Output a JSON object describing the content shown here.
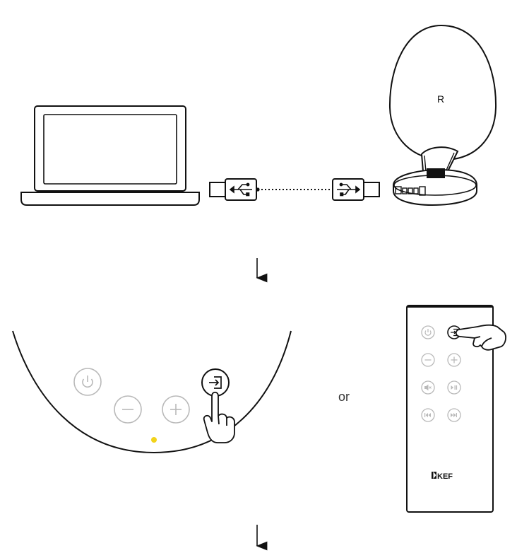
{
  "speaker": {
    "channel_label": "R"
  },
  "connector": {
    "usb_symbol": "⭠"
  },
  "middle": {
    "or_label": "or"
  },
  "remote": {
    "brand_label": "KEF"
  },
  "colors": {
    "stroke": "#111111",
    "control_grey": "#b9b9b9",
    "led": "#f2d31b"
  },
  "icons": [
    "laptop-icon",
    "usb-plug-icon",
    "speaker-icon",
    "down-arrow-icon",
    "power-icon",
    "minus-icon",
    "plus-icon",
    "input-source-icon",
    "pointing-hand-icon",
    "mute-icon",
    "play-pause-icon",
    "previous-track-icon",
    "next-track-icon",
    "remote-control-icon",
    "kef-logo-icon"
  ]
}
